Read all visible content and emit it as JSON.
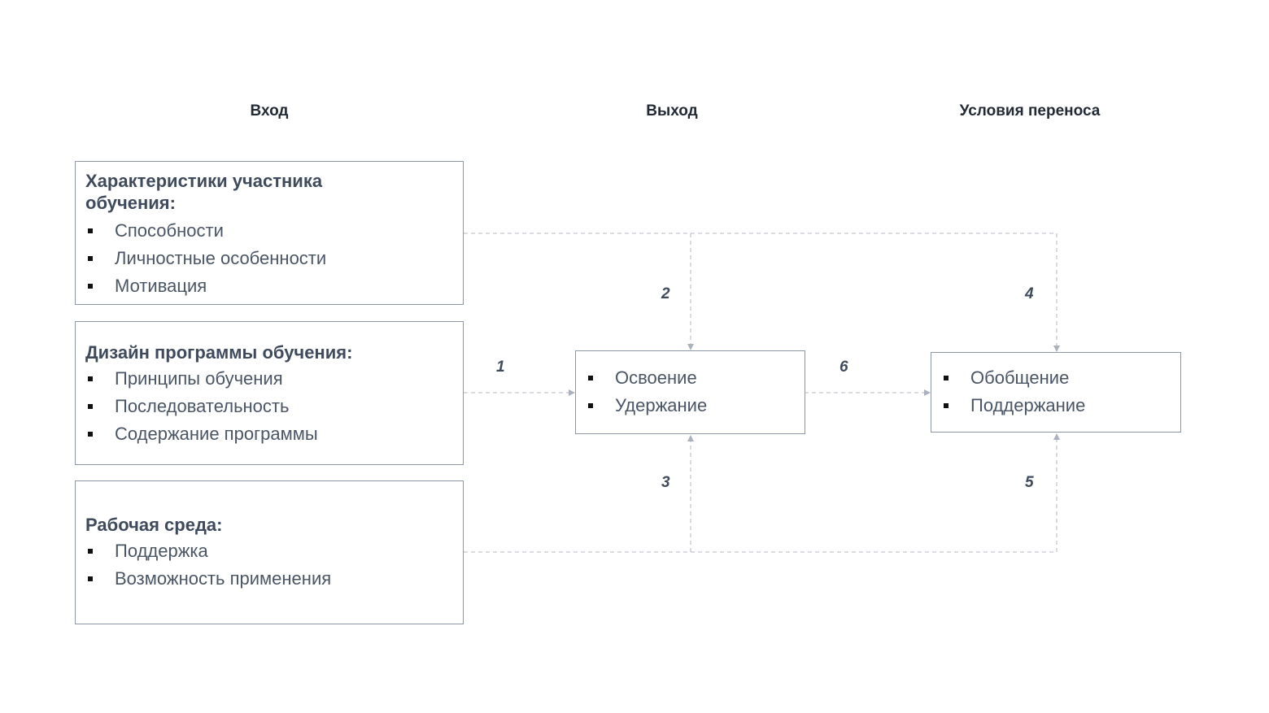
{
  "headers": {
    "input": "Вход",
    "output": "Выход",
    "transfer": "Условия переноса"
  },
  "trainee": {
    "title": "Характеристики участника обучения:",
    "items": [
      "Способности",
      "Личностные особенности",
      "Мотивация"
    ]
  },
  "design": {
    "title": "Дизайн программы обучения:",
    "items": [
      "Принципы обучения",
      "Последовательность",
      "Содержание программы"
    ]
  },
  "environment": {
    "title": "Рабочая среда:",
    "items": [
      "Поддержка",
      "Возможность применения"
    ]
  },
  "outputs": {
    "items": [
      "Освоение",
      "Удержание"
    ]
  },
  "transfer": {
    "items": [
      "Обобщение",
      "Поддержание"
    ]
  },
  "links": [
    "1",
    "2",
    "3",
    "4",
    "5",
    "6"
  ],
  "colors": {
    "box_border": "#8d97a6",
    "connector": "#c3c8d0",
    "arrowhead": "#aab2be",
    "title_text": "#3f4b5c",
    "item_text": "#4a5565"
  }
}
